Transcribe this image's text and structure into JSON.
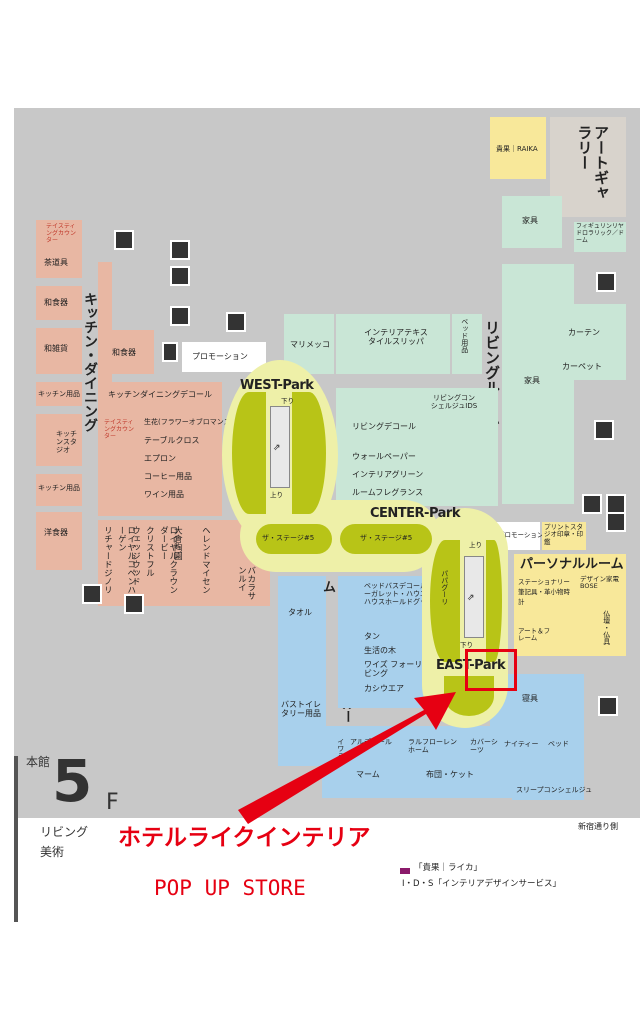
{
  "floor": {
    "building": "本館",
    "number": "5",
    "unit": "F",
    "categories": [
      "リビング",
      "美術"
    ]
  },
  "event": {
    "title": "ホテルライクインテリア",
    "subtitle": "POP UP STORE"
  },
  "areas": {
    "gallery": "アートギャラリー",
    "raika": "貴果｜RAIKA",
    "kagu1": "家具",
    "kagu2": "家具",
    "figurine": "フィギュリンリヤドロラリック／ドーム",
    "curtain": "カーテン",
    "carpet": "カーペット",
    "living_room": "リビングルーム",
    "tasting1": "テイスティングカウンター",
    "tasting2": "テイスティングカウンター",
    "chadogu": "茶道具",
    "washokki": "和食器",
    "wazakka": "和雑貨",
    "washokki2": "和食器",
    "kitchen_dining": "キッチン・ダイニング",
    "kitchen_yohin1": "キッチン用品",
    "kitchen_studio": "キッチンスタジオ",
    "kitchen_yohin2": "キッチン用品",
    "yoshokki": "洋食器",
    "promotion1": "プロモーション",
    "marimekko": "マリメッコ",
    "interior_textile": "インテリアテキスタイルスリッパ",
    "bed_kaki": "ベッド用品",
    "kd_decor": "キッチンダイニングデコール",
    "seika": "生花(フラワーオブロマンス)",
    "table_cloth": "テーブルクロス",
    "apron": "エプロン",
    "coffee": "コーヒー用品",
    "wine": "ワイン用品",
    "living_conc": "リビングコンシェルジュIDS",
    "living_decor": "リビングデコール",
    "wallpaper": "ウォールペーパー",
    "interior_green": "インテリアグリーン",
    "room_fragrance": "ルームフレグランス",
    "richard_ginori": "リチャードジノリ",
    "copenhagen": "ロイヤルコペンハーゲン",
    "wedgwood": "ウェッジウッド",
    "christofle": "クリストフル",
    "derby": "ロイヤルクラウンダービー",
    "okura": "大倉陶園",
    "herend": "ヘレンドマイセン",
    "baccarat": "バカラサンルイ",
    "promotion2": "プロモーション",
    "print_studio": "プリントスタジオ印章・印鑑",
    "personal_room": "パーソナルルーム",
    "stationery": "ステーショナリー筆記具・革小物時計",
    "design_kaden": "デザイン家電BOSE",
    "art_frame": "アート＆フレーム",
    "butsudan": "仏壇・仏具",
    "bath_powder": "ベットバスパウダールーム",
    "towel": "タオル",
    "bed_bath_decor": "ベッドバスデコールマーガレット・ハウエルハウスホールドグッズ",
    "tan": "タン",
    "seikatsu": "生活の木",
    "wise_wise": "ワイズ フォーリビング",
    "kashiwear": "カシウエア",
    "papagurey": "パパグーリ",
    "bath_toiletry": "バストイレタリー用品",
    "shingu": "寝具",
    "iwami": "イワミ",
    "ardal": "アルデバール",
    "ralph_home": "ラルフローレンホーム",
    "cover_sheets": "カバーシーツ",
    "nighty": "ナイティー",
    "bed": "ベッド",
    "maam": "マーム",
    "futon": "布団・ケット",
    "sleep_conc": "スリープコンシェルジュ",
    "shinjuku": "新宿通り側"
  },
  "parks": {
    "west": "WEST-Park",
    "center": "CENTER-Park",
    "east_prefix": "EAST",
    "east_park": "-Park",
    "stage1": "ザ・ステージ#5",
    "stage2": "ザ・ステージ#5",
    "down": "下り",
    "up": "上り"
  },
  "legend": {
    "raika": "「貴果｜ライカ」",
    "ids": "I・D・S「インテリアデザインサービス」"
  },
  "colors": {
    "highlight": "#e60012",
    "park": "#b8c417"
  }
}
